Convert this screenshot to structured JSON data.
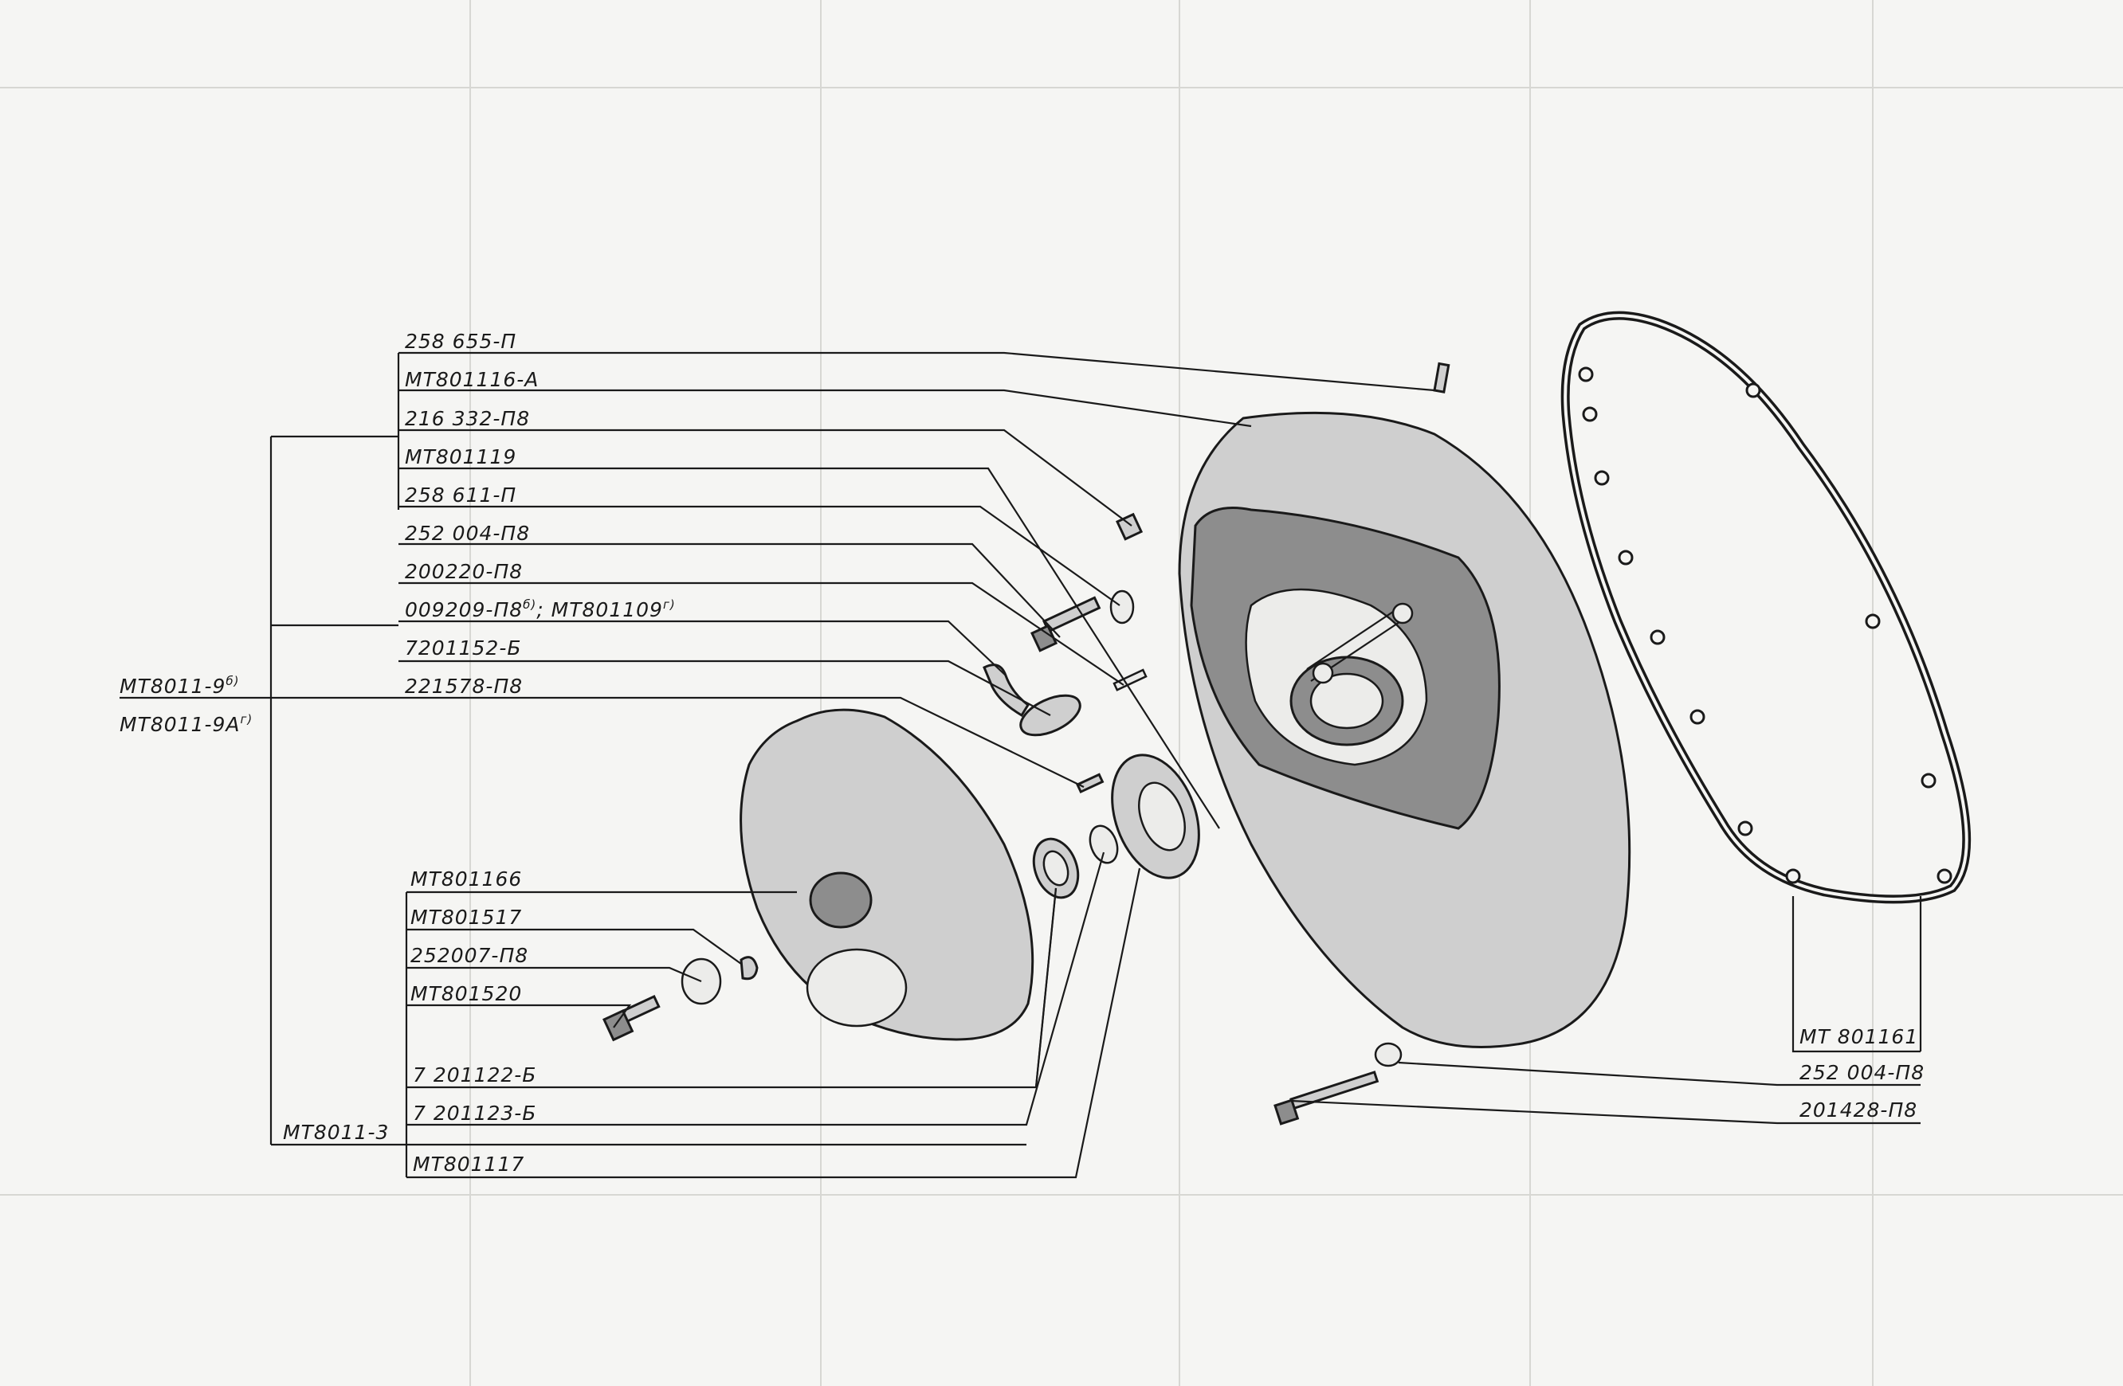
{
  "title": "",
  "colors": {
    "ink": "#1a1a1a",
    "paper": "#f5f5f3",
    "stipple": "#8d8d8d"
  },
  "labels": {
    "p258655": "258 655-П",
    "mt801116a": "МТ801116-А",
    "p216332": "216 332-П8",
    "mt801119": "МТ801119",
    "p258611": "258 611-П",
    "p252004a": "252 004-П8",
    "p200220": "200220-П8",
    "p009209": "009209-П8",
    "p009209_sup": "б)",
    "sep": ";",
    "mt801109": "МТ801109",
    "mt801109_sup": "г)",
    "p7201152": "7201152-Б",
    "p221578": "221578-П8",
    "mt8011_9": "МТ8011-9",
    "mt8011_9_sup": "б)",
    "mt8011_9a": "МТ8011-9А",
    "mt8011_9a_sup": "г)",
    "mt801166": "МТ801166",
    "mt801517": "МТ801517",
    "p252007": "252007-П8",
    "mt801520": "МТ801520",
    "p7201122": "7 201122-Б",
    "mt8011_3": "МТ8011-3",
    "p7201123": "7 201123-Б",
    "mt801117": "МТ801117",
    "mt801161": "МТ 801161",
    "p252004b": "252 004-П8",
    "p201428": "201428-П8"
  }
}
